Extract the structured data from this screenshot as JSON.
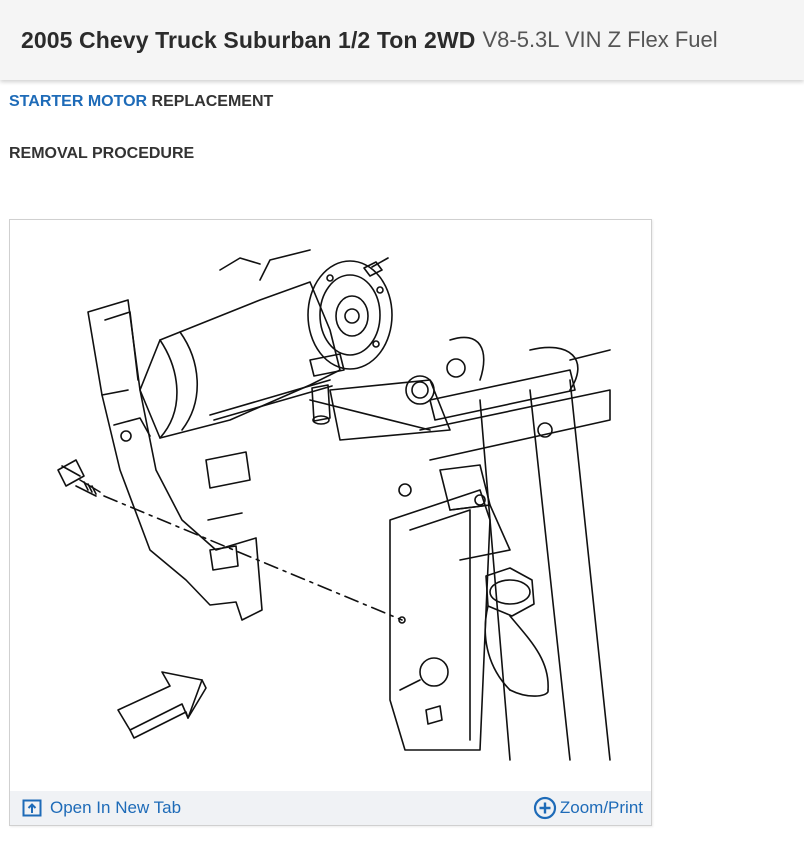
{
  "header": {
    "vehicle": "2005 Chevy Truck Suburban 1/2 Ton 2WD",
    "engine": "V8-5.3L VIN Z Flex Fuel"
  },
  "breadcrumb": {
    "link": "STARTER MOTOR",
    "rest": " REPLACEMENT"
  },
  "procedure_title": "REMOVAL PROCEDURE",
  "figure": {
    "open_new_tab": "Open In New Tab",
    "zoom_print": "Zoom/Print",
    "icons": [
      "open-new-tab-icon",
      "zoom-plus-icon"
    ],
    "accent_color": "#1e6bb8"
  }
}
